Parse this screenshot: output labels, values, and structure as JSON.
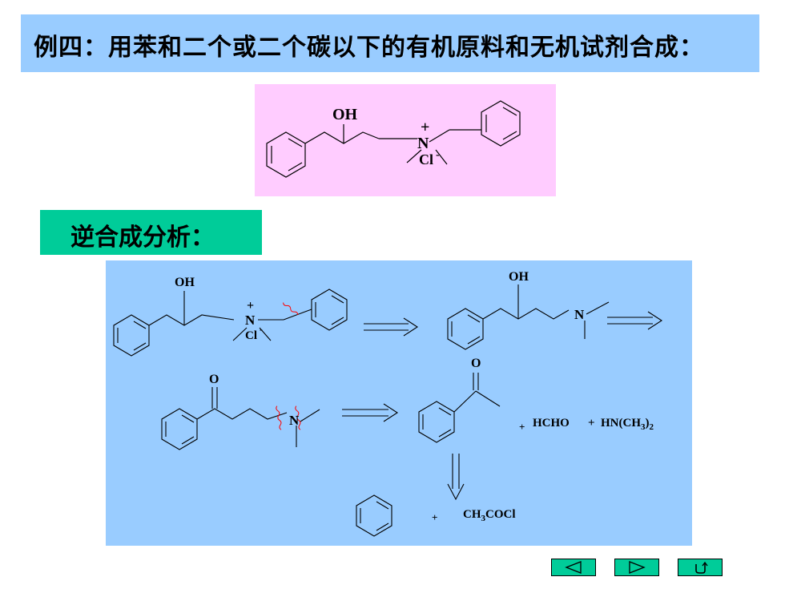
{
  "title": "例四：用苯和二个或二个碳以下的有机原料和无机试剂合成：",
  "target": {
    "oh": "OH",
    "plus": "+",
    "n": "N",
    "cl": "Cl",
    "minus": "-"
  },
  "retro_label": "逆合成分析：",
  "scheme": {
    "oh": "OH",
    "o": "O",
    "n": "N",
    "plus": "+",
    "cl": "Cl",
    "minus": "-",
    "plus_sign": "+",
    "hcho": "HCHO",
    "hn_prefix": "HN(CH",
    "hn_sub3": "3",
    "hn_close": ")",
    "hn_sub2": "2",
    "ch3cocl_prefix": "CH",
    "ch3cocl_sub": "3",
    "ch3cocl_suffix": "COCl"
  },
  "nav": {
    "prev": "previous-arrow",
    "next": "next-arrow",
    "return": "return-arrow"
  },
  "colors": {
    "title_bg": "#99ccff",
    "target_bg": "#ffccff",
    "label_bg": "#00cc99",
    "scheme_bg": "#99ccff",
    "cut_mark": "#ff0000"
  }
}
